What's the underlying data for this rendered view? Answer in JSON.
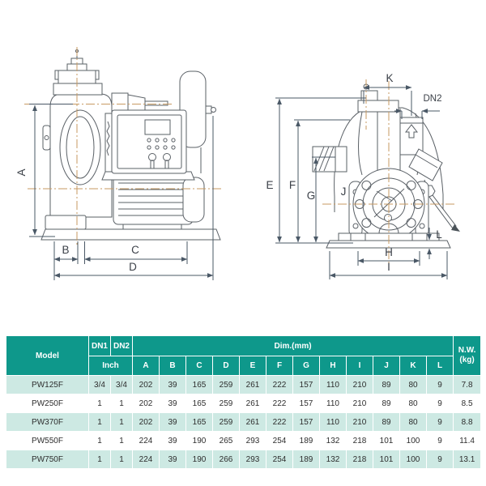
{
  "diagram": {
    "labels": {
      "A": "A",
      "B": "B",
      "C": "C",
      "D": "D",
      "E": "E",
      "F": "F",
      "G": "G",
      "H": "H",
      "I": "I",
      "J": "J",
      "K": "K",
      "L": "L",
      "DN2": "DN2"
    }
  },
  "colors": {
    "header_teal": "#0E988B",
    "row_tint": "#CDE9E3",
    "dimension_line": "#4a5866",
    "centerline_tan": "#c79a62",
    "drawing_line": "#5a6066"
  },
  "table": {
    "header": {
      "model": "Model",
      "dn1": "DN1",
      "dn2": "DN2",
      "dim_group": "Dim.(mm)",
      "inch": "Inch",
      "dims": [
        "A",
        "B",
        "C",
        "D",
        "E",
        "F",
        "G",
        "H",
        "I",
        "J",
        "K",
        "L"
      ],
      "nw": "N.W.\n(kg)"
    },
    "rows": [
      [
        "PW125F",
        "3/4",
        "3/4",
        "202",
        "39",
        "165",
        "259",
        "261",
        "222",
        "157",
        "110",
        "210",
        "89",
        "80",
        "9",
        "7.8"
      ],
      [
        "PW250F",
        "1",
        "1",
        "202",
        "39",
        "165",
        "259",
        "261",
        "222",
        "157",
        "110",
        "210",
        "89",
        "80",
        "9",
        "8.5"
      ],
      [
        "PW370F",
        "1",
        "1",
        "202",
        "39",
        "165",
        "259",
        "261",
        "222",
        "157",
        "110",
        "210",
        "89",
        "80",
        "9",
        "8.8"
      ],
      [
        "PW550F",
        "1",
        "1",
        "224",
        "39",
        "190",
        "265",
        "293",
        "254",
        "189",
        "132",
        "218",
        "101",
        "100",
        "9",
        "11.4"
      ],
      [
        "PW750F",
        "1",
        "1",
        "224",
        "39",
        "190",
        "266",
        "293",
        "254",
        "189",
        "132",
        "218",
        "101",
        "100",
        "9",
        "13.1"
      ]
    ]
  }
}
